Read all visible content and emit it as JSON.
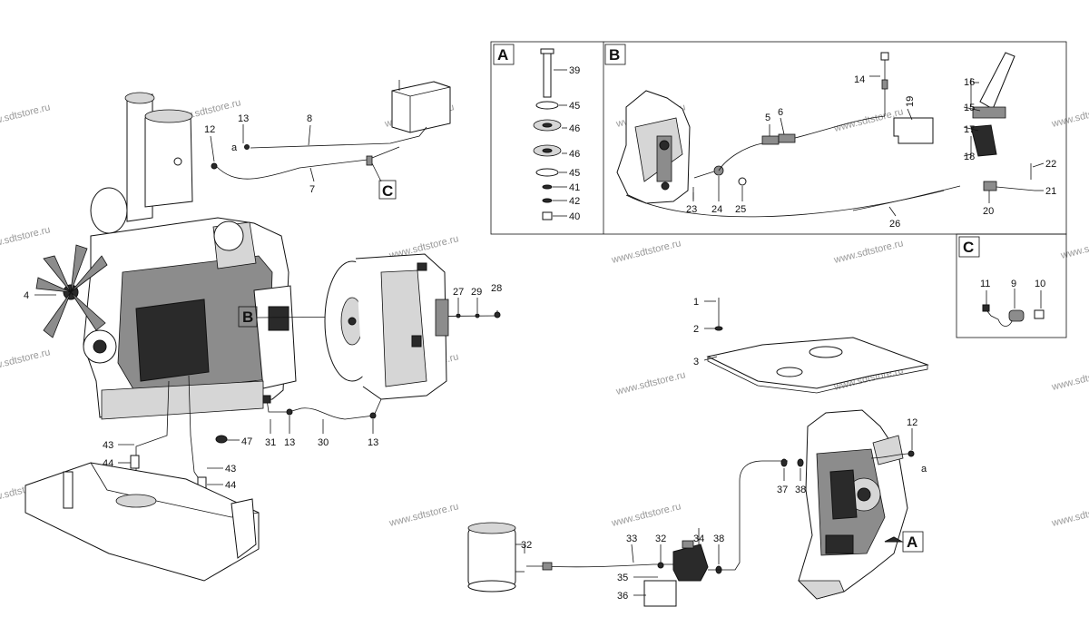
{
  "watermark": "www.sdtstore.ru",
  "detail_labels": {
    "A": "A",
    "B": "B",
    "C": "C",
    "engine_B": "B",
    "pipe_C": "C",
    "engine_A": "A"
  },
  "letter_a": "a",
  "callouts": {
    "p1": "1",
    "p2": "2",
    "p3": "3",
    "p4": "4",
    "p5": "5",
    "p6": "6",
    "p7": "7",
    "p8": "8",
    "p9": "9",
    "p10": "10",
    "p11": "11",
    "p12_top": "12",
    "p12_bottom": "12",
    "p13_top": "13",
    "p13_left": "13",
    "p13_right": "13",
    "p14": "14",
    "p15": "15",
    "p16": "16",
    "p17": "17",
    "p18": "18",
    "p19": "19",
    "p20": "20",
    "p21": "21",
    "p22": "22",
    "p23": "23",
    "p24": "24",
    "p25": "25",
    "p26": "26",
    "p27": "27",
    "p28": "28",
    "p29": "29",
    "p30": "30",
    "p31": "31",
    "p32_left": "32",
    "p32_right": "32",
    "p33": "33",
    "p34": "34",
    "p35": "35",
    "p36": "36",
    "p37": "37",
    "p38_top": "38",
    "p38_bottom": "38",
    "p39": "39",
    "p40": "40",
    "p41": "41",
    "p42": "42",
    "p43_left": "43",
    "p43_right": "43",
    "p44_left": "44",
    "p44_right": "44",
    "p45_a": "45",
    "p45_b": "45",
    "p46_a": "46",
    "p46_b": "46",
    "p47": "47"
  }
}
